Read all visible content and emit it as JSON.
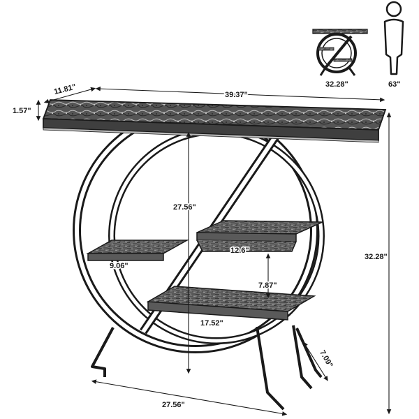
{
  "thumbnail": {
    "table_width": "32.28\"",
    "person_height": "63\""
  },
  "dimensions": {
    "top_depth": "11.81\"",
    "top_width": "39.37\"",
    "top_thickness": "1.57\"",
    "total_height": "32.28\"",
    "inner_height": "27.56\"",
    "shelf_left_depth": "9.06\"",
    "shelf_upper_depth": "12.6\"",
    "shelf_spacing": "7.87\"",
    "shelf_lower_width": "17.52\"",
    "foot_depth": "7.09\"",
    "base_width": "27.56\""
  },
  "colors": {
    "ink": "#1a1a1a",
    "wood_dark": "#4a4a4a",
    "wood_light": "#8a8a8a",
    "background": "#ffffff"
  }
}
